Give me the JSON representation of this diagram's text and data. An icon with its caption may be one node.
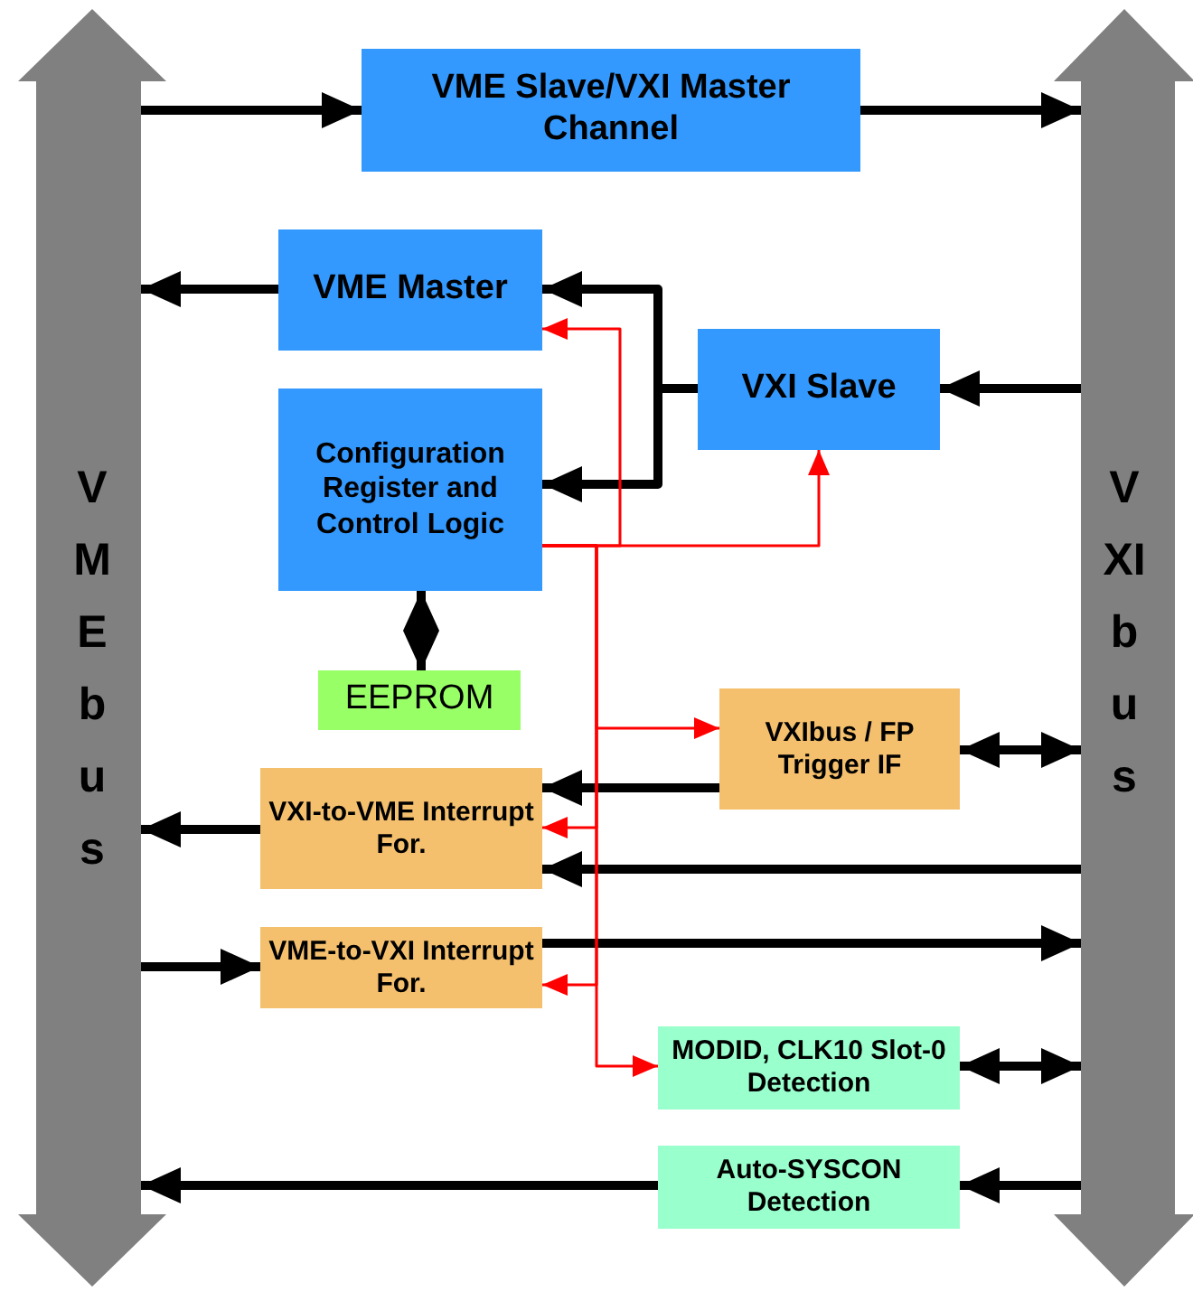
{
  "diagram": {
    "nodes": [
      {
        "text": [
          "VMEbus"
        ]
      },
      {
        "text": [
          "VXIbus"
        ]
      },
      {
        "text": [
          "VME Slave/VXI Master Channel"
        ]
      },
      {
        "text": [
          "VME Master"
        ]
      },
      {
        "text": [
          "VXI Slave"
        ]
      },
      {
        "text": [
          "Configuration Register and Control Logic"
        ]
      },
      {
        "text": [
          "EEPROM"
        ]
      },
      {
        "text": [
          "VXIbus / FP Trigger IF"
        ]
      },
      {
        "text": [
          "VXI-to-VME Interrupt For."
        ]
      },
      {
        "text": [
          "VME-to-VXI Interrupt For."
        ]
      },
      {
        "text": [
          "MODID, CLK10 Slot-0 Detection"
        ]
      },
      {
        "text": [
          "Auto-SYSCON Detection"
        ]
      }
    ],
    "edges": [
      {
        "from": 0,
        "to": 2,
        "arrow": "to"
      },
      {
        "from": 2,
        "to": 1,
        "arrow": "to"
      },
      {
        "from": 3,
        "to": 0,
        "arrow": "to"
      },
      {
        "from": 4,
        "to": 3,
        "arrow": "to"
      },
      {
        "from": 4,
        "to": 5,
        "arrow": "to"
      },
      {
        "from": 1,
        "to": 4,
        "arrow": "to"
      },
      {
        "from": 5,
        "to": 6,
        "arrow": "both"
      },
      {
        "from": 7,
        "to": 1,
        "arrow": "both"
      },
      {
        "from": 7,
        "to": 8,
        "arrow": "to"
      },
      {
        "from": 8,
        "to": 0,
        "arrow": "to"
      },
      {
        "from": 1,
        "to": 8,
        "arrow": "to"
      },
      {
        "from": 0,
        "to": 9,
        "arrow": "to"
      },
      {
        "from": 9,
        "to": 1,
        "arrow": "to"
      },
      {
        "from": 10,
        "to": 1,
        "arrow": "both"
      },
      {
        "from": 11,
        "to": 0,
        "arrow": "to"
      },
      {
        "from": 1,
        "to": 11,
        "arrow": "to"
      },
      {
        "from": 5,
        "to": 3,
        "arrow": "to",
        "color": "#ff0000"
      },
      {
        "from": 5,
        "to": 4,
        "arrow": "to",
        "color": "#ff0000"
      },
      {
        "from": 5,
        "to": 7,
        "arrow": "to",
        "color": "#ff0000"
      },
      {
        "from": 5,
        "to": 8,
        "arrow": "to",
        "color": "#ff0000"
      },
      {
        "from": 5,
        "to": 9,
        "arrow": "to",
        "color": "#ff0000"
      },
      {
        "from": 5,
        "to": 10,
        "arrow": "to",
        "color": "#ff0000"
      }
    ]
  }
}
